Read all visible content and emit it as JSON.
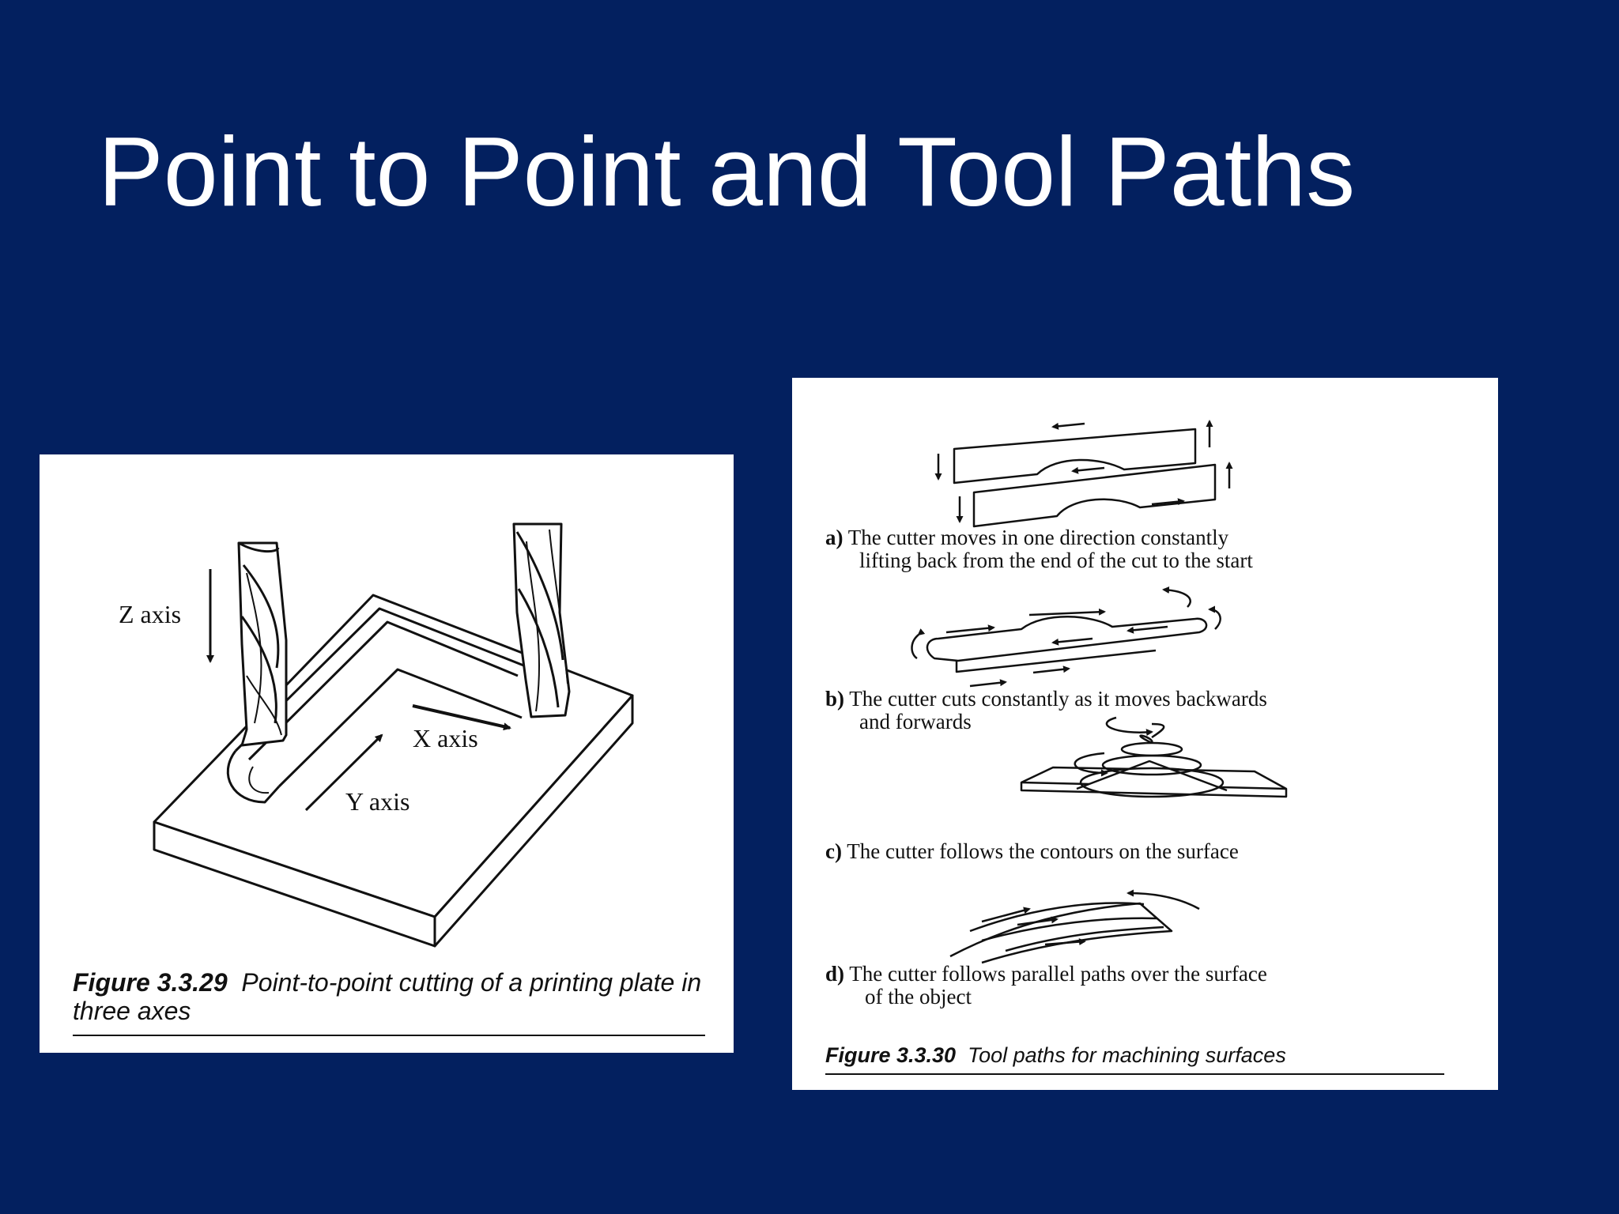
{
  "slide": {
    "title": "Point to Point and Tool Paths"
  },
  "left_figure": {
    "labels": {
      "z_axis": "Z axis",
      "x_axis": "X axis",
      "y_axis": "Y axis"
    },
    "caption_number": "Figure 3.3.29",
    "caption_text": "Point-to-point cutting of a printing plate in three axes"
  },
  "right_figure": {
    "items": [
      {
        "letter": "a)",
        "line1": "The cutter moves in one direction constantly",
        "line2": "lifting back from the end of the cut to the start"
      },
      {
        "letter": "b)",
        "line1": "The cutter cuts constantly as it moves backwards",
        "line2": "and forwards"
      },
      {
        "letter": "c)",
        "line1": "The cutter follows the contours on the surface",
        "line2": ""
      },
      {
        "letter": "d)",
        "line1": "The cutter follows parallel paths over the surface",
        "line2": "of the object"
      }
    ],
    "caption_number": "Figure 3.3.30",
    "caption_text": "Tool paths for machining surfaces"
  }
}
